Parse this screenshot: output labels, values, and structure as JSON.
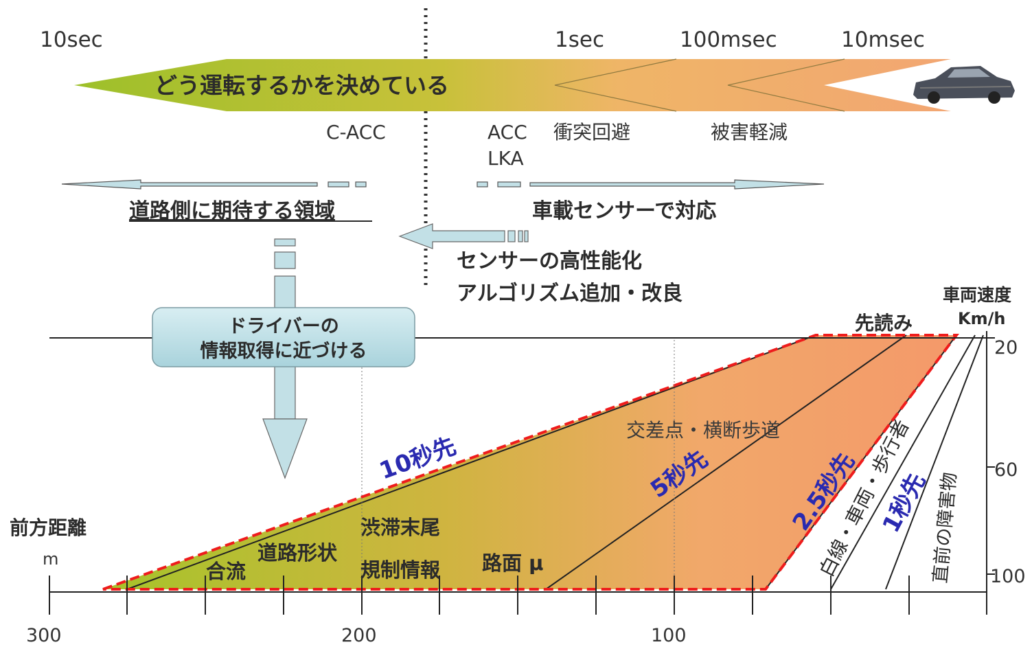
{
  "timeline": {
    "labels": [
      "10sec",
      "1sec",
      "100msec",
      "10msec"
    ],
    "arrow_text": "どう運転するかを決めている"
  },
  "systems": {
    "c_acc": "C-ACC",
    "acc": "ACC",
    "lka": "LKA",
    "collision_avoidance": "衝突回避",
    "damage_mitigation": "被害軽減"
  },
  "domains": {
    "road_side": "道路側に期待する領域",
    "vehicle_sensor": "車載センサーで対応"
  },
  "improvements": [
    "センサーの高性能化",
    "アルゴリズム追加・改良"
  ],
  "driver_box": [
    "ドライバーの",
    "情報取得に近づける"
  ],
  "graph": {
    "speed_title": "車両速度",
    "speed_unit": "Km/h",
    "speed_ticks": [
      "20",
      "60",
      "100"
    ],
    "distance_title": "前方距離",
    "distance_unit": "m",
    "distance_ticks": [
      "300",
      "200",
      "100"
    ],
    "preread": "先読み",
    "horizons": [
      "10秒先",
      "5秒先",
      "2.5秒先",
      "1秒先"
    ],
    "items": {
      "merge": "合流",
      "road_shape": "道路形状",
      "congestion_tail": "渋滞末尾",
      "regulation_info": "規制情報",
      "road_friction": "路面 μ",
      "intersection": "交差点・横断歩道",
      "lines_vehicles": "白線・車両・歩行者",
      "obstacles": "直前の障害物"
    }
  },
  "colors": {
    "green": "#a8c42a",
    "orange": "#f39a62",
    "red_dash": "#ee1c1c",
    "blue_text": "#2a2ab0",
    "box_fill": "#bfe0e6"
  }
}
